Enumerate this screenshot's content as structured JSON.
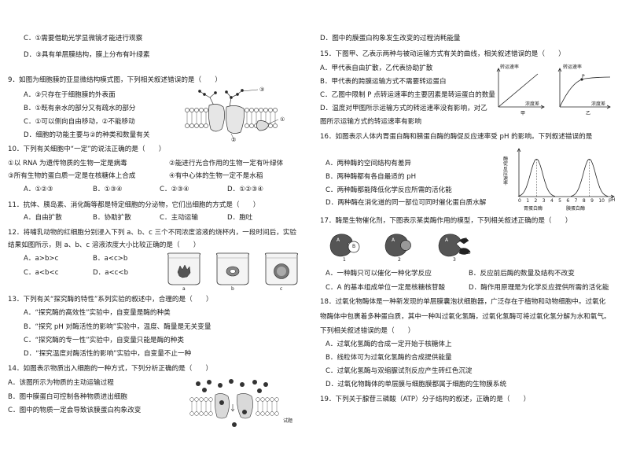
{
  "left": {
    "l1": "C．①需要借助光学显微镜才能进行观察",
    "l2": "D．③具有单层膜结构，膜上分布有叶绿素",
    "q9": {
      "stem": "9．如图为细胞膜的亚显微结构模式图，下列相关叙述错误的是（　　）",
      "A": "A．③只存在于细胞膜的外表面",
      "B": "B．①既有亲水的部分又有疏水的部分",
      "C": "C．①可以侧向自由移动，②不能移动",
      "D": "D．细胞的功能主要与②的种类和数量有关",
      "f1": "①",
      "f2": "②",
      "f3": "③"
    },
    "q10": {
      "stem": "10．下列有关细胞中“一定”的说法正确的是（　　）",
      "s1": "①以 RNA 为遗传物质的生物一定是病毒",
      "s2": "②能进行光合作用的生物一定有叶绿体",
      "s3": "③所有生物的蛋白质一定是在核糖体上合成",
      "s4": "④有中心体的生物一定不是水稻",
      "A": "A．①②③",
      "B": "B．①③④",
      "C": "C．②③④",
      "D": "D．①②③④"
    },
    "q11": {
      "stem": "11．抗体、胰岛素、消化酶等都是特定细胞的分泌物，它们出细胞的方式是（　　）",
      "A": "A．自由扩散",
      "B": "B．协助扩散",
      "C": "C．主动运输",
      "D": "D．胞吐"
    },
    "q12": {
      "stem1": "12．将哺乳动物的红细胞分别浸入下列 a、b、c 三个不同浓度溶液的烧杯内，一段时间后，实验",
      "stem2": "结果如图所示，则 a、b、c 溶液浓度大小比较正确的是（　　）",
      "A": "A．a>b>c",
      "B": "B．a<c>b",
      "C": "C．a<b<c",
      "D": "D．a<c<b",
      "fa": "a",
      "fb": "b",
      "fc": "c"
    },
    "q13": {
      "stem": "13．下列有关“探究酶的特性”系列实验的叙述中，合理的是（　　）",
      "A": "A．“探究酶的高效性”实验中，自变量是酶的种类",
      "B": "B．“探究 pH 对酶活性的影响”实验中，温度、酶量是无关变量",
      "C": "C．“探究酶的专一性”实验中，自变量只能是酶的种类",
      "D": "D．“探究温度对酶活性的影响”实验中，自变量不止一种"
    },
    "q14": {
      "stem": "14．如图表示物质出入细胞的一种方式，下列分析正确的是（　　）",
      "A": "A．该图所示为物质的主动运输过程",
      "B": "B．图中膜蛋白可控制各种物质进出细胞",
      "C": "C．图中的物质一定会导致该膜蛋白构象改变",
      "tag": "试题"
    }
  },
  "right": {
    "r1": "D．图中的膜蛋白构象发生改变的过程消耗能量",
    "q15": {
      "stem": "15．下图甲、乙表示两种与被动运输方式有关的曲线，相关叙述错误的是（　　）",
      "A": "A．甲代表自由扩散，乙代表协助扩散",
      "B": "B．甲代表的跨膜运输方式不需要转运蛋白",
      "C": "C．乙图中限制 P 点转运速率的主要因素是转运蛋白的数量",
      "D1": "D．温度对甲图所示运输方式的转运速率没有影响，对乙",
      "D2": "图所示运输方式的转运速率有影响",
      "gy": "转运速率",
      "gx": "浓度差",
      "ga": "甲",
      "gb": "乙",
      "gp": "P"
    },
    "q16": {
      "stem": "16．如图表示人体内胃蛋白酶和胰蛋白酶的酶促反应速率受 pH 的影响。下列叙述错误的是",
      "A": "A．两种酶的空间结构有差异",
      "B": "B．两种酶都有各自最适的 pH",
      "C": "C．两种酶都能降低化学反应所需的活化能",
      "D": "D．两种酶在消化道的同一部位可同时催化蛋白质水解",
      "gy": "酶促反应速率",
      "ticks": [
        "0",
        "1",
        "2",
        "3",
        "4",
        "5",
        "6",
        "7",
        "8",
        "9",
        "10"
      ],
      "gx": "pH",
      "l1": "胃蛋白酶",
      "l2": "胰蛋白酶"
    },
    "q17": {
      "stem": "17．酶是生物催化剂，下图表示某类酶作用的模型，下列相关叙述正确的是（　　）",
      "A": "A．一种酶只可以催化一种化学反应",
      "B": "B．反应前后酶的数量及结构不改变",
      "C": "C．A 的基本组成单位一定是核糖核苷酸",
      "D": "D．酶作用原理是为化学反应提供所需的活化能",
      "n1": "1",
      "n2": "2",
      "n3": "3",
      "la": "A",
      "lb": "B",
      "lc": "C",
      "ld": "D"
    },
    "q18": {
      "stem1": "18．过氧化物酶体是一种新发现的单层膜囊泡状细胞器，广泛存在于植物和动物细胞中。过氧化",
      "stem2": "物酶体中包裹着多种蛋白质，其中一种叫过氧化氢酶，过氧化氢酶可将过氧化氢分解为水和氧气。",
      "stem3": "下列相关叙述错误的是（　　）",
      "A": "A．过氧化氢酶的合成一定开始于核糖体上",
      "B": "B．线粒体可为过氧化氢酶的合成提供能量",
      "C": "C．过氧化氢酶与双缩脲试剂反应产生砖红色沉淀",
      "D": "D．过氧化物酶体的单层膜与细胞膜都属于细胞的生物膜系统"
    },
    "q19": {
      "stem": "19．下列关于腺苷三磷酸（ATP）分子结构的叙述，正确的是（　　）"
    }
  }
}
